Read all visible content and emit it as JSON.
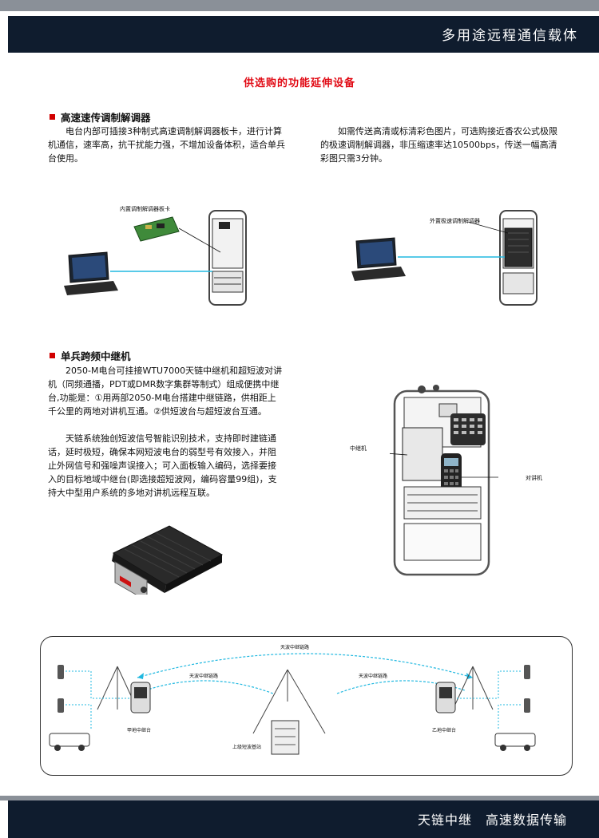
{
  "header": {
    "title": "多用途远程通信载体"
  },
  "subtitle": "供选购的功能延伸设备",
  "section1": {
    "heading": "高速速传调制解调器",
    "left_text": "电台内部可插接3种制式高速调制解调器板卡，进行计算机通信，速率高，抗干扰能力强，不增加设备体积，适合单兵台使用。",
    "right_text": "如需传送高清或标清彩色图片，可选购接近香农公式极限的极速调制解调器，非压缩速率达10500bps，传送一幅高清彩图只需3分钟。",
    "left_label": "内置调制解调器板卡",
    "right_label": "外置极速调制解调器"
  },
  "section2": {
    "heading": "单兵跨频中继机",
    "para1": "2050-M电台可挂接WTU7000天链中继机和超短波对讲机（同频通播，PDT或DMR数字集群等制式）组成便携中继台,功能是：①用两部2050-M电台搭建中继链路，供相距上千公里的两地对讲机互通。②供短波台与超短波台互通。",
    "para2": "天链系统独创短波信号智能识别技术，支持即时建链通话，延时极短，确保本网短波电台的弱型号有效接入，并阻止外网信号和强噪声误接入；可入面板输入编码，选择要接入的目标地域中继台(即选接超短波网，编码容量99组)，支持大中型用户系统的多地对讲机远程互联。",
    "label_relay": "中继机",
    "label_radio": "对讲机"
  },
  "diagram": {
    "top_link": "天波中继链路",
    "left_link": "天波中继链路",
    "right_link": "天波中继链路",
    "left_station": "甲地中继台",
    "right_station": "乙地中继台",
    "center_station": "上级短波基站"
  },
  "footer": {
    "title": "天链中继　高速数据传输"
  },
  "colors": {
    "header_bg": "#0f1c2e",
    "accent_red": "#e10a14",
    "link_cyan": "#20b8e0"
  }
}
